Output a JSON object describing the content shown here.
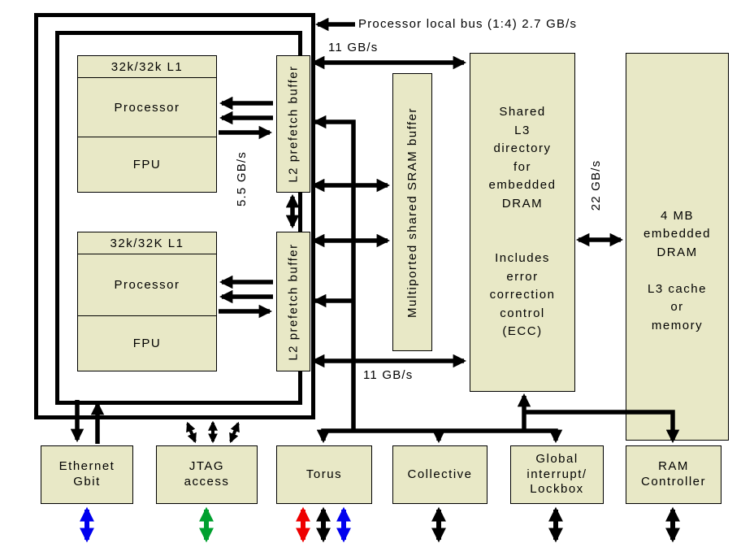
{
  "title_label": "Processor local bus (1:4) 2.7 GB/s",
  "bandwidth": {
    "top_bus": "11 GB/s",
    "bottom_bus": "11 GB/s",
    "l2_link": "5.5 GB/s",
    "l3_link": "22 GB/s"
  },
  "cpu1": {
    "l1": "32k/32k L1",
    "processor": "Processor",
    "fpu": "FPU"
  },
  "cpu2": {
    "l1": "32k/32K L1",
    "processor": "Processor",
    "fpu": "FPU"
  },
  "l2a": "L2 prefetch buffer",
  "l2b": "L2 prefetch buffer",
  "sram": "Multiported shared SRAM buffer",
  "l3dir": "Shared\nL3\ndirectory\nfor\nembedded\nDRAM\n\n\nIncludes\nerror\ncorrection\ncontrol\n(ECC)",
  "dram": "4 MB\nembedded\nDRAM\n\nL3 cache\nor\nmemory",
  "io": {
    "ethernet": "Ethernet\nGbit",
    "jtag": "JTAG\naccess",
    "torus": "Torus",
    "collective": "Collective",
    "global_interrupt": "Global\ninterrupt/\nLockbox",
    "ram_controller": "RAM\nController"
  },
  "colors": {
    "box_fill": "#e8e8c6",
    "arrow": "#000000",
    "arrow_blue": "#0000ee",
    "arrow_green": "#00a02e",
    "arrow_red": "#ee0000"
  }
}
